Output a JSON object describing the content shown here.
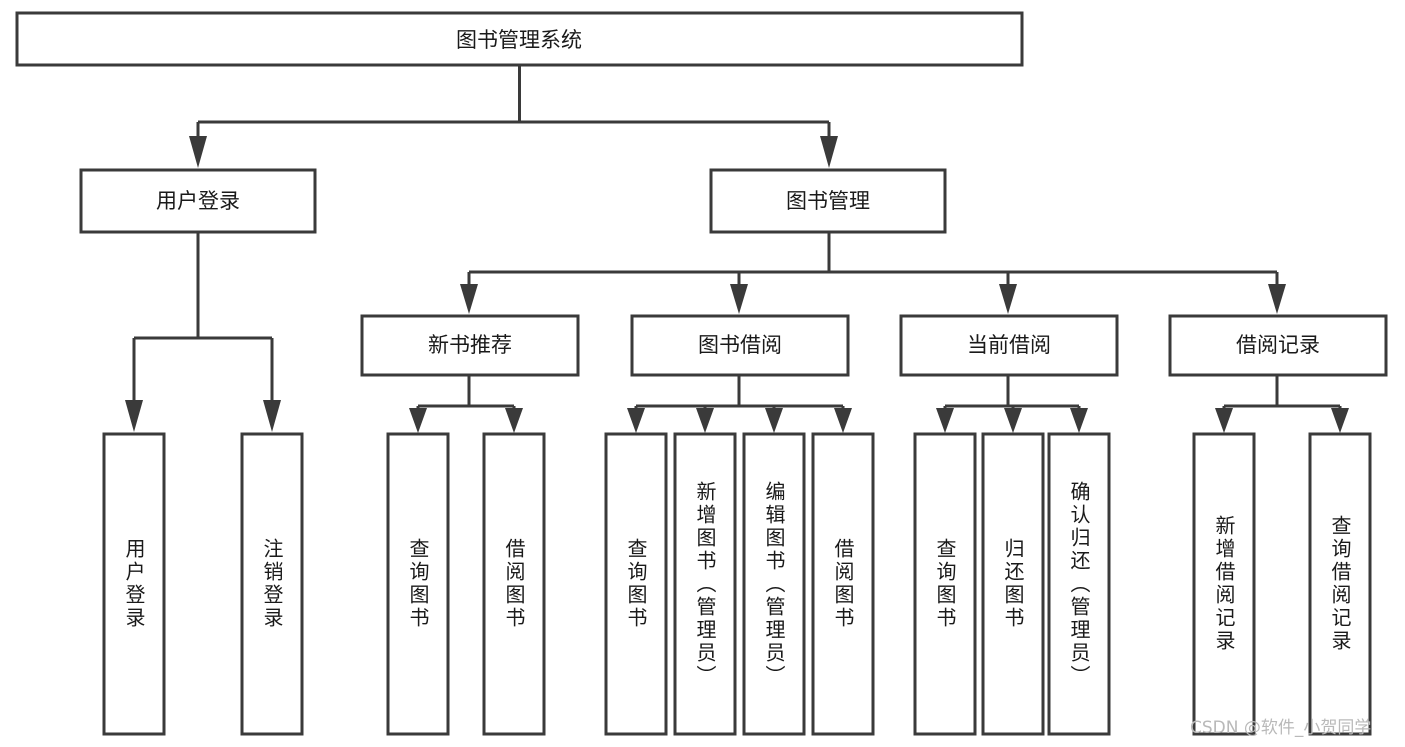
{
  "diagram": {
    "title": "图书管理系统",
    "root": {
      "id": "root",
      "label": "图书管理系统",
      "orientation": "horizontal"
    },
    "level2": [
      {
        "id": "user-login",
        "label": "用户登录",
        "orientation": "horizontal"
      },
      {
        "id": "book-management",
        "label": "图书管理",
        "orientation": "horizontal"
      }
    ],
    "level3": [
      {
        "id": "new-book-recommend",
        "label": "新书推荐",
        "orientation": "horizontal",
        "parent": "book-management"
      },
      {
        "id": "book-borrow",
        "label": "图书借阅",
        "orientation": "horizontal",
        "parent": "book-management"
      },
      {
        "id": "current-borrow",
        "label": "当前借阅",
        "orientation": "horizontal",
        "parent": "book-management"
      },
      {
        "id": "borrow-record",
        "label": "借阅记录",
        "orientation": "horizontal",
        "parent": "book-management"
      }
    ],
    "leaves": [
      {
        "id": "leaf-user-login",
        "label": "用户登录",
        "orientation": "vertical",
        "parent": "user-login"
      },
      {
        "id": "leaf-logout-login",
        "label": "注销登录",
        "orientation": "vertical",
        "parent": "user-login"
      },
      {
        "id": "leaf-query-book-1",
        "label": "查询图书",
        "orientation": "vertical",
        "parent": "new-book-recommend"
      },
      {
        "id": "leaf-borrow-book-1",
        "label": "借阅图书",
        "orientation": "vertical",
        "parent": "new-book-recommend"
      },
      {
        "id": "leaf-query-book-2",
        "label": "查询图书",
        "orientation": "vertical",
        "parent": "book-borrow"
      },
      {
        "id": "leaf-add-book",
        "label": "新增图书（管理员）",
        "orientation": "vertical",
        "parent": "book-borrow"
      },
      {
        "id": "leaf-edit-book",
        "label": "编辑图书（管理员）",
        "orientation": "vertical",
        "parent": "book-borrow"
      },
      {
        "id": "leaf-borrow-book-2",
        "label": "借阅图书",
        "orientation": "vertical",
        "parent": "book-borrow"
      },
      {
        "id": "leaf-query-book-3",
        "label": "查询图书",
        "orientation": "vertical",
        "parent": "current-borrow"
      },
      {
        "id": "leaf-return-book",
        "label": "归还图书",
        "orientation": "vertical",
        "parent": "current-borrow"
      },
      {
        "id": "leaf-confirm-return",
        "label": "确认归还（管理员）",
        "orientation": "vertical",
        "parent": "current-borrow"
      },
      {
        "id": "leaf-add-record",
        "label": "新增借阅记录",
        "orientation": "vertical",
        "parent": "borrow-record"
      },
      {
        "id": "leaf-query-record",
        "label": "查询借阅记录",
        "orientation": "vertical",
        "parent": "borrow-record"
      }
    ],
    "colors": {
      "stroke": "#3a3a3a",
      "fill": "#ffffff",
      "text": "#1a1a1a",
      "watermark": "#b9b9b9",
      "background": "#ffffff"
    }
  },
  "watermark": {
    "text": "CSDN @软件_小贺同学"
  }
}
